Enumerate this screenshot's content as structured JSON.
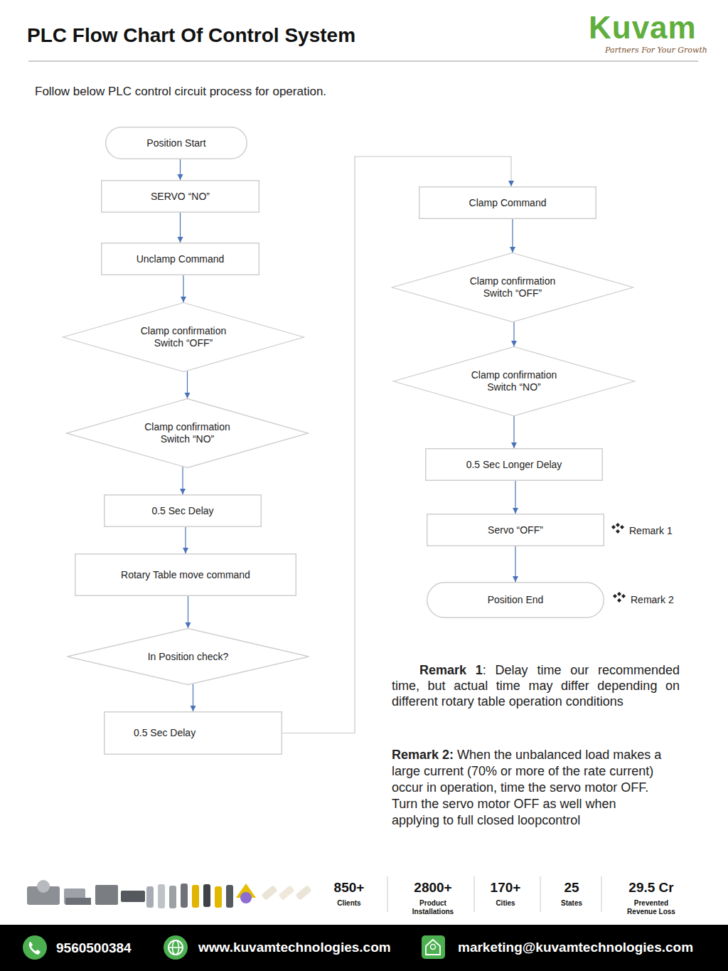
{
  "diagram": {
    "title": "PLC Flow Chart Of Control System",
    "nodes": [
      {
        "text": [
          "Position Start"
        ]
      },
      {
        "text": [
          "SERVO “NO”"
        ]
      },
      {
        "text": [
          "Unclamp Command"
        ]
      },
      {
        "text": [
          "Clamp confirmation Switch “OFF”"
        ]
      },
      {
        "text": [
          "Clamp confirmation Switch “NO”"
        ]
      },
      {
        "text": [
          "0.5 Sec Delay"
        ]
      },
      {
        "text": [
          "Rotary Table move command"
        ]
      },
      {
        "text": [
          "In Position check?"
        ]
      },
      {
        "text": [
          "0.5 Sec Delay"
        ]
      },
      {
        "text": [
          "Clamp Command"
        ]
      },
      {
        "text": [
          "Clamp confirmation Switch “OFF”"
        ]
      },
      {
        "text": [
          "Clamp confirmation Switch “NO”"
        ]
      },
      {
        "text": [
          "0.5 Sec Longer Delay"
        ]
      },
      {
        "text": [
          "Servo “OFF”"
        ]
      },
      {
        "text": [
          "Position End"
        ]
      }
    ],
    "edges": [
      {
        "from": 0,
        "to": 1,
        "arrow": "to"
      },
      {
        "from": 1,
        "to": 2,
        "arrow": "to"
      },
      {
        "from": 2,
        "to": 3,
        "arrow": "to"
      },
      {
        "from": 3,
        "to": 4,
        "arrow": "to"
      },
      {
        "from": 4,
        "to": 5,
        "arrow": "to"
      },
      {
        "from": 5,
        "to": 6,
        "arrow": "to"
      },
      {
        "from": 6,
        "to": 7,
        "arrow": "to"
      },
      {
        "from": 7,
        "to": 8,
        "arrow": "to"
      },
      {
        "from": 8,
        "to": 9,
        "arrow": "to"
      },
      {
        "from": 9,
        "to": 10,
        "arrow": "to"
      },
      {
        "from": 10,
        "to": 11,
        "arrow": "to"
      },
      {
        "from": 11,
        "to": 12,
        "arrow": "to"
      },
      {
        "from": 12,
        "to": 13,
        "arrow": "to"
      },
      {
        "from": 13,
        "to": 14,
        "arrow": "to"
      }
    ],
    "labels": [
      "Kuvam",
      "Partners For Your Growth",
      "Follow below PLC control circuit process for operation.",
      "Remark 1",
      "Remark 2",
      "Remark 1",
      ": Delay time our recommended time, but actual time may differ depending on different rotary table operation conditions",
      "Remark 2:",
      "When the unbalanced load makes a large current (70% or more of the rate current) occur in operation, time the servo motor OFF. Turn the servo motor OFF as well when applying to full closed loopcontrol",
      "850+",
      "Clients",
      "2800+",
      "Product Installations",
      "170+",
      "Cities",
      "25",
      "States",
      "29.5 Cr",
      "Prevented Revenue Loss",
      "9560500384",
      "www.kuvamtechnologies.com",
      "marketing@kuvamtechnologies.com"
    ]
  }
}
